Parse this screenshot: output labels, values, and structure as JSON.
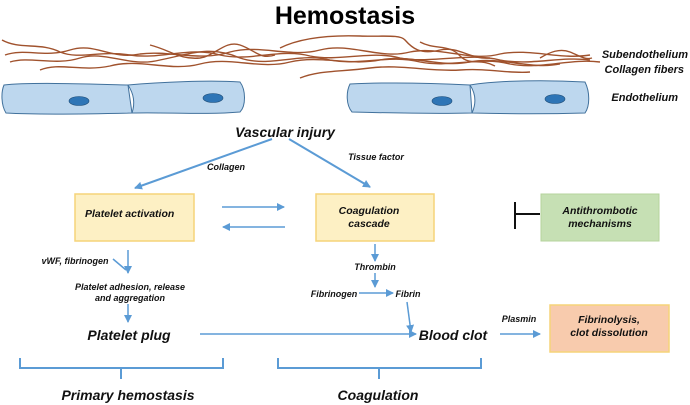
{
  "title": "Hemostasis",
  "layers": {
    "subendothelium": "Subendothelium",
    "collagen_fibers": "Collagen fibers",
    "endothelium": "Endothelium"
  },
  "nodes": {
    "vascular_injury": "Vascular injury",
    "platelet_activation": "Platelet activation",
    "coagulation_cascade_line1": "Coagulation",
    "coagulation_cascade_line2": "cascade",
    "antithrombotic_line1": "Antithrombotic",
    "antithrombotic_line2": "mechanisms",
    "platelet_adhesion_line1": "Platelet adhesion, release",
    "platelet_adhesion_line2": "and aggregation",
    "platelet_plug": "Platelet plug",
    "thrombin": "Thrombin",
    "fibrinogen": "Fibrinogen",
    "fibrin": "Fibrin",
    "blood_clot": "Blood clot",
    "fibrinolysis_line1": "Fibrinolysis,",
    "fibrinolysis_line2": "clot dissolution"
  },
  "edge_labels": {
    "collagen": "Collagen",
    "tissue_factor": "Tissue factor",
    "vwf_fibrinogen": "vWF, fibrinogen",
    "plasmin": "Plasmin"
  },
  "groups": {
    "primary_hemostasis": "Primary hemostasis",
    "coagulation": "Coagulation"
  },
  "colors": {
    "arrow": "#5b9bd5",
    "yellow_box_fill": "#fdf0c4",
    "yellow_box_border": "#f5d479",
    "green_box_fill": "#c6e0b4",
    "orange_box_fill": "#f8cbad",
    "cell_fill": "#bdd7ee",
    "cell_border": "#41719c",
    "nucleus": "#2e75b6",
    "fiber": "#a0522d"
  }
}
